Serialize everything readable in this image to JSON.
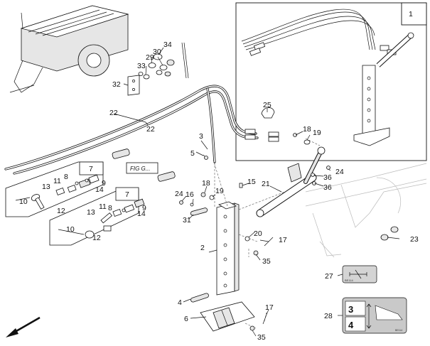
{
  "callouts": {
    "c1": "1",
    "c2": "2",
    "c3": "3",
    "c4": "4",
    "c5": "5",
    "c6": "6",
    "c7a": "7",
    "c7b": "7",
    "c8a": "8",
    "c8b": "8",
    "c9a": "9",
    "c9b": "9",
    "c10a": "10",
    "c10b": "10",
    "c11a": "11",
    "c11b": "11",
    "c12a": "12",
    "c12b": "12",
    "c13a": "13",
    "c13b": "13",
    "c14a": "14",
    "c14b": "14",
    "c15": "15",
    "c16": "16",
    "c17a": "17",
    "c17b": "17",
    "c18a": "18",
    "c18b": "18",
    "c19a": "19",
    "c19b": "19",
    "c20": "20",
    "c21": "21",
    "c22a": "22",
    "c22b": "22",
    "c23": "23",
    "c24a": "24",
    "c24b": "24",
    "c25": "25",
    "c27": "27",
    "c28": "28",
    "c29": "29",
    "c30": "30",
    "c31": "31",
    "c32": "32",
    "c33": "33",
    "c34": "34",
    "c35a": "35",
    "c35b": "35",
    "c36a": "36",
    "c36b": "36"
  },
  "fig_ref": "FIG G...",
  "decal_27_code": "BE114",
  "decal_28": {
    "top": "3",
    "bottom": "4",
    "code": "BE114"
  }
}
